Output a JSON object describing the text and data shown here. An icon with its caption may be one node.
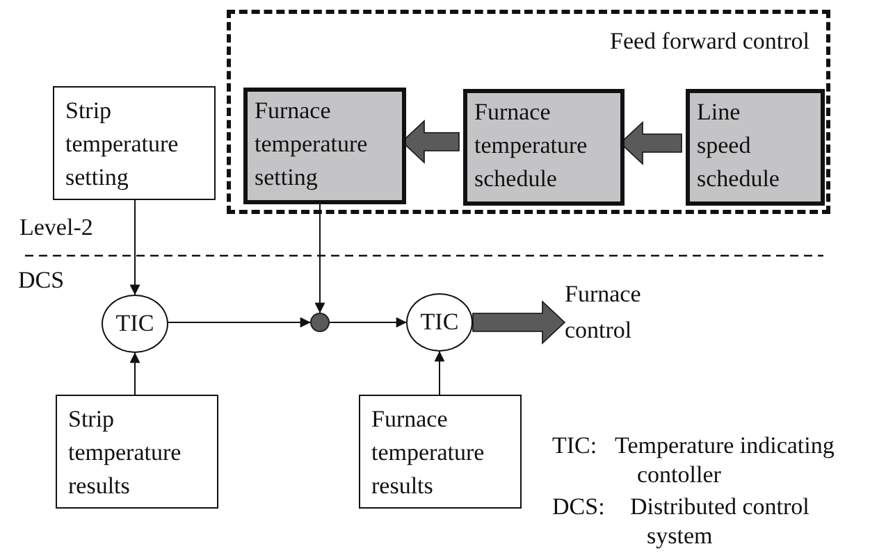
{
  "diagram": {
    "nodes": [
      {
        "text": [
          "Feed forward control"
        ]
      },
      {
        "text": [
          "Furnace temperature setting"
        ],
        "in": 0
      },
      {
        "text": [
          "Furnace temperature schedule"
        ],
        "in": 0
      },
      {
        "text": [
          "Line speed schedule"
        ],
        "in": 0
      },
      {
        "text": [
          "Strip temperature setting"
        ]
      },
      {
        "text": [
          "TIC"
        ]
      },
      {
        "text": [],
        "shape": "circle"
      },
      {
        "text": [
          "TIC"
        ]
      },
      {
        "text": [
          "Furnace control"
        ]
      },
      {
        "text": [
          "Strip temperature results"
        ]
      },
      {
        "text": [
          "Furnace temperature results"
        ]
      }
    ],
    "edges": [
      {
        "from": 3,
        "to": 2,
        "arrow": "to",
        "style": "thick",
        "color": "#5a5a5a"
      },
      {
        "from": 2,
        "to": 1,
        "arrow": "to",
        "style": "thick",
        "color": "#5a5a5a"
      },
      {
        "from": 4,
        "to": 5,
        "arrow": "to"
      },
      {
        "from": 1,
        "to": 6,
        "arrow": "to"
      },
      {
        "from": 5,
        "to": 6,
        "arrow": "to"
      },
      {
        "from": 6,
        "to": 7,
        "arrow": "to"
      },
      {
        "from": 9,
        "to": 5,
        "arrow": "to"
      },
      {
        "from": 10,
        "to": 7,
        "arrow": "to"
      },
      {
        "from": 7,
        "to": 8,
        "arrow": "to",
        "style": "thick",
        "color": "#5a5a5a"
      }
    ],
    "labels": [
      "Level-2",
      "DCS",
      "TIC:",
      "Temperature indicating contoller",
      "DCS:",
      "Distributed control system"
    ]
  }
}
